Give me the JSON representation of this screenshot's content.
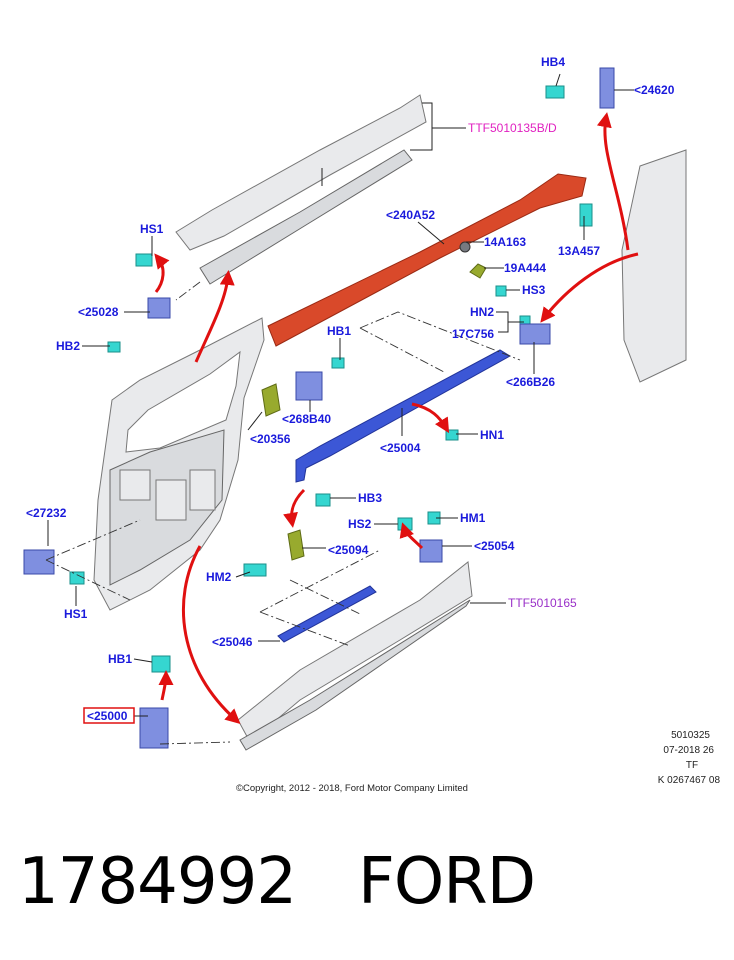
{
  "diagram": {
    "callouts": {
      "hb4": "HB4",
      "p24620": "<24620",
      "ttf5010135": "TTF5010135B/D",
      "p240a52": "<240A52",
      "p14a163": "14A163",
      "p13a457": "13A457",
      "p19a444": "19A444",
      "hs3": "HS3",
      "hn2": "HN2",
      "p17c756": "17C756",
      "p266b26": "<266B26",
      "hs1_top": "HS1",
      "p25028": "<25028",
      "hb2": "HB2",
      "hb1_mid": "HB1",
      "p268b40": "<268B40",
      "p20356": "<20356",
      "p25004": "<25004",
      "hn1": "HN1",
      "hb3": "HB3",
      "p27232": "<27232",
      "hs2": "HS2",
      "hm1": "HM1",
      "p25094": "<25094",
      "p25054": "<25054",
      "hm2": "HM2",
      "hs1_bottom": "HS1",
      "ttf5010165": "TTF5010165",
      "p25046": "<25046",
      "hb1_bottom": "HB1",
      "p25000": "<25000"
    },
    "reference": [
      "5010325",
      "07-2018 26",
      "TF",
      "K 0267467 08"
    ],
    "copyright": "©Copyright, 2012 - 2018, Ford Motor Company Limited",
    "colors": {
      "label": "#1a1adc",
      "ttf_main": "#e020c0",
      "ttf_sill": "#9a30c8",
      "arrow": "#e01010",
      "highlight_box": "#e01010"
    },
    "highlighted_part": "<25000"
  },
  "footer": {
    "part_number": "1784992",
    "brand": "FORD"
  }
}
